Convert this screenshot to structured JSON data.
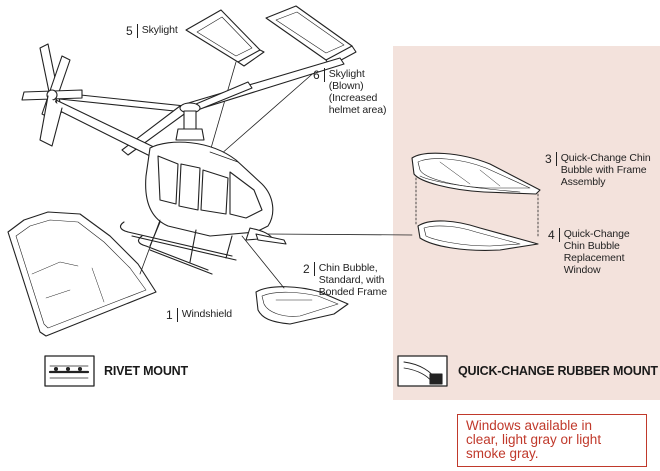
{
  "callouts": [
    {
      "num": "5",
      "text": "Skylight"
    },
    {
      "num": "6",
      "text": "Skylight\n(Blown)\n(Increased\nhelmet area)"
    },
    {
      "num": "3",
      "text": "Quick-Change Chin\nBubble with Frame\nAssembly"
    },
    {
      "num": "4",
      "text": "Quick-Change\nChin Bubble\nReplacement\nWindow"
    },
    {
      "num": "2",
      "text": "Chin Bubble,\nStandard, with\nBonded Frame"
    },
    {
      "num": "1",
      "text": "Windshield"
    }
  ],
  "mounts": {
    "rivet": "RIVET MOUNT",
    "quick_change": "QUICK-CHANGE RUBBER MOUNT"
  },
  "note": "Windows available in\nclear, light gray or light\nsmoke gray.",
  "colors": {
    "panel_bg": "#f3e2dc",
    "note_red": "#c0392b",
    "line": "#222222"
  }
}
